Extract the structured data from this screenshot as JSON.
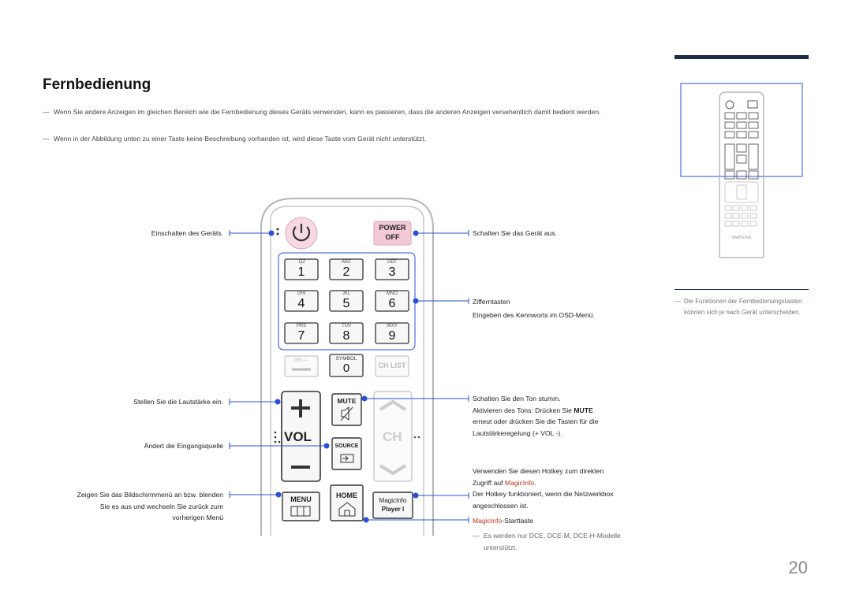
{
  "page": {
    "title": "Fernbedienung",
    "page_number": "20",
    "notes": [
      "Wenn Sie andere Anzeigen im gleichen Bereich wie die Fernbedienung dieses Geräts verwenden, kann es passieren, dass die anderen Anzeigen versehentlich damit bedient werden.",
      "Wenn in der Abbildung unten zu einer Taste keine Beschreibung vorhanden ist, wird diese Taste vom Gerät nicht unterstützt."
    ],
    "note_dash": "―"
  },
  "left_labels": {
    "power_on": "Einschalten des Geräts.",
    "volume": "Stellen Sie die Lautstärke ein.",
    "source": "Ändert die Eingangsquelle",
    "menu_line1": "Zeigen Sie das Bildschirmmenü an bzw. blenden",
    "menu_line2": "Sie es aus und wechseln Sie zurück zum",
    "menu_line3": "vorherigen Menü"
  },
  "right_labels": {
    "power_off": "Schalten Sie das Gerät aus.",
    "numbers_title": "Zifferntasten",
    "numbers_desc": "Eingeben des Kennworts im OSD-Menü.",
    "mute_line1": "Schalten Sie den Ton stumm.",
    "mute_line2_pre": "Aktivieren des Tons: Drücken Sie ",
    "mute_line2_bold": "MUTE",
    "mute_line3": "erneut oder drücken Sie die Tasten für die",
    "mute_line4": "Lautstärkeregelung (+ VOL -).",
    "home_line1": "Verwenden Sie diesen Hotkey zum direkten",
    "home_line2_pre": "Zugriff auf ",
    "home_line2_red": "MagicInfo",
    "home_line2_post": ".",
    "home_line3": "Der Hotkey funktioniert, wenn die Netzwerkbox",
    "home_line4": "angeschlossen ist.",
    "magic_red": "MagicInfo",
    "magic_post": "-Starttaste",
    "magic_note_line1": "Es werden nur DCE, DCE-M, DCE-H-Modelle",
    "magic_note_line2": "unterstützt."
  },
  "side_note": {
    "text": "Die Funktionen der Fernbedienungstasten können sich je nach Gerät unterscheiden."
  },
  "remote": {
    "power_off_line1": "POWER",
    "power_off_line2": "OFF",
    "keys": [
      {
        "sub": ".QZ",
        "num": "1"
      },
      {
        "sub": "ABC",
        "num": "2"
      },
      {
        "sub": "DEF",
        "num": "3"
      },
      {
        "sub": "GHI",
        "num": "4"
      },
      {
        "sub": "JKL",
        "num": "5"
      },
      {
        "sub": "MNO",
        "num": "6"
      },
      {
        "sub": "PRS",
        "num": "7"
      },
      {
        "sub": "TUV",
        "num": "8"
      },
      {
        "sub": "WXY",
        "num": "9"
      }
    ],
    "del": "DEL-/--",
    "symbol": "SYMBOL",
    "zero": "0",
    "ch_list": "CH LIST",
    "vol": "VOL",
    "ch": "CH",
    "mute": "MUTE",
    "source": "SOURCE",
    "menu": "MENU",
    "home": "HOME",
    "magicinfo_line1": "MagicInfo",
    "magicinfo_line2": "Player I",
    "brand": "SAMSUNG"
  },
  "colors": {
    "accent_line": "#2b4fd8",
    "power_pink": "#f7d9e4",
    "power_off_pink": "#f4c9d6",
    "title_bar": "#1e2a4a",
    "magicinfo_red": "#c0321a"
  }
}
